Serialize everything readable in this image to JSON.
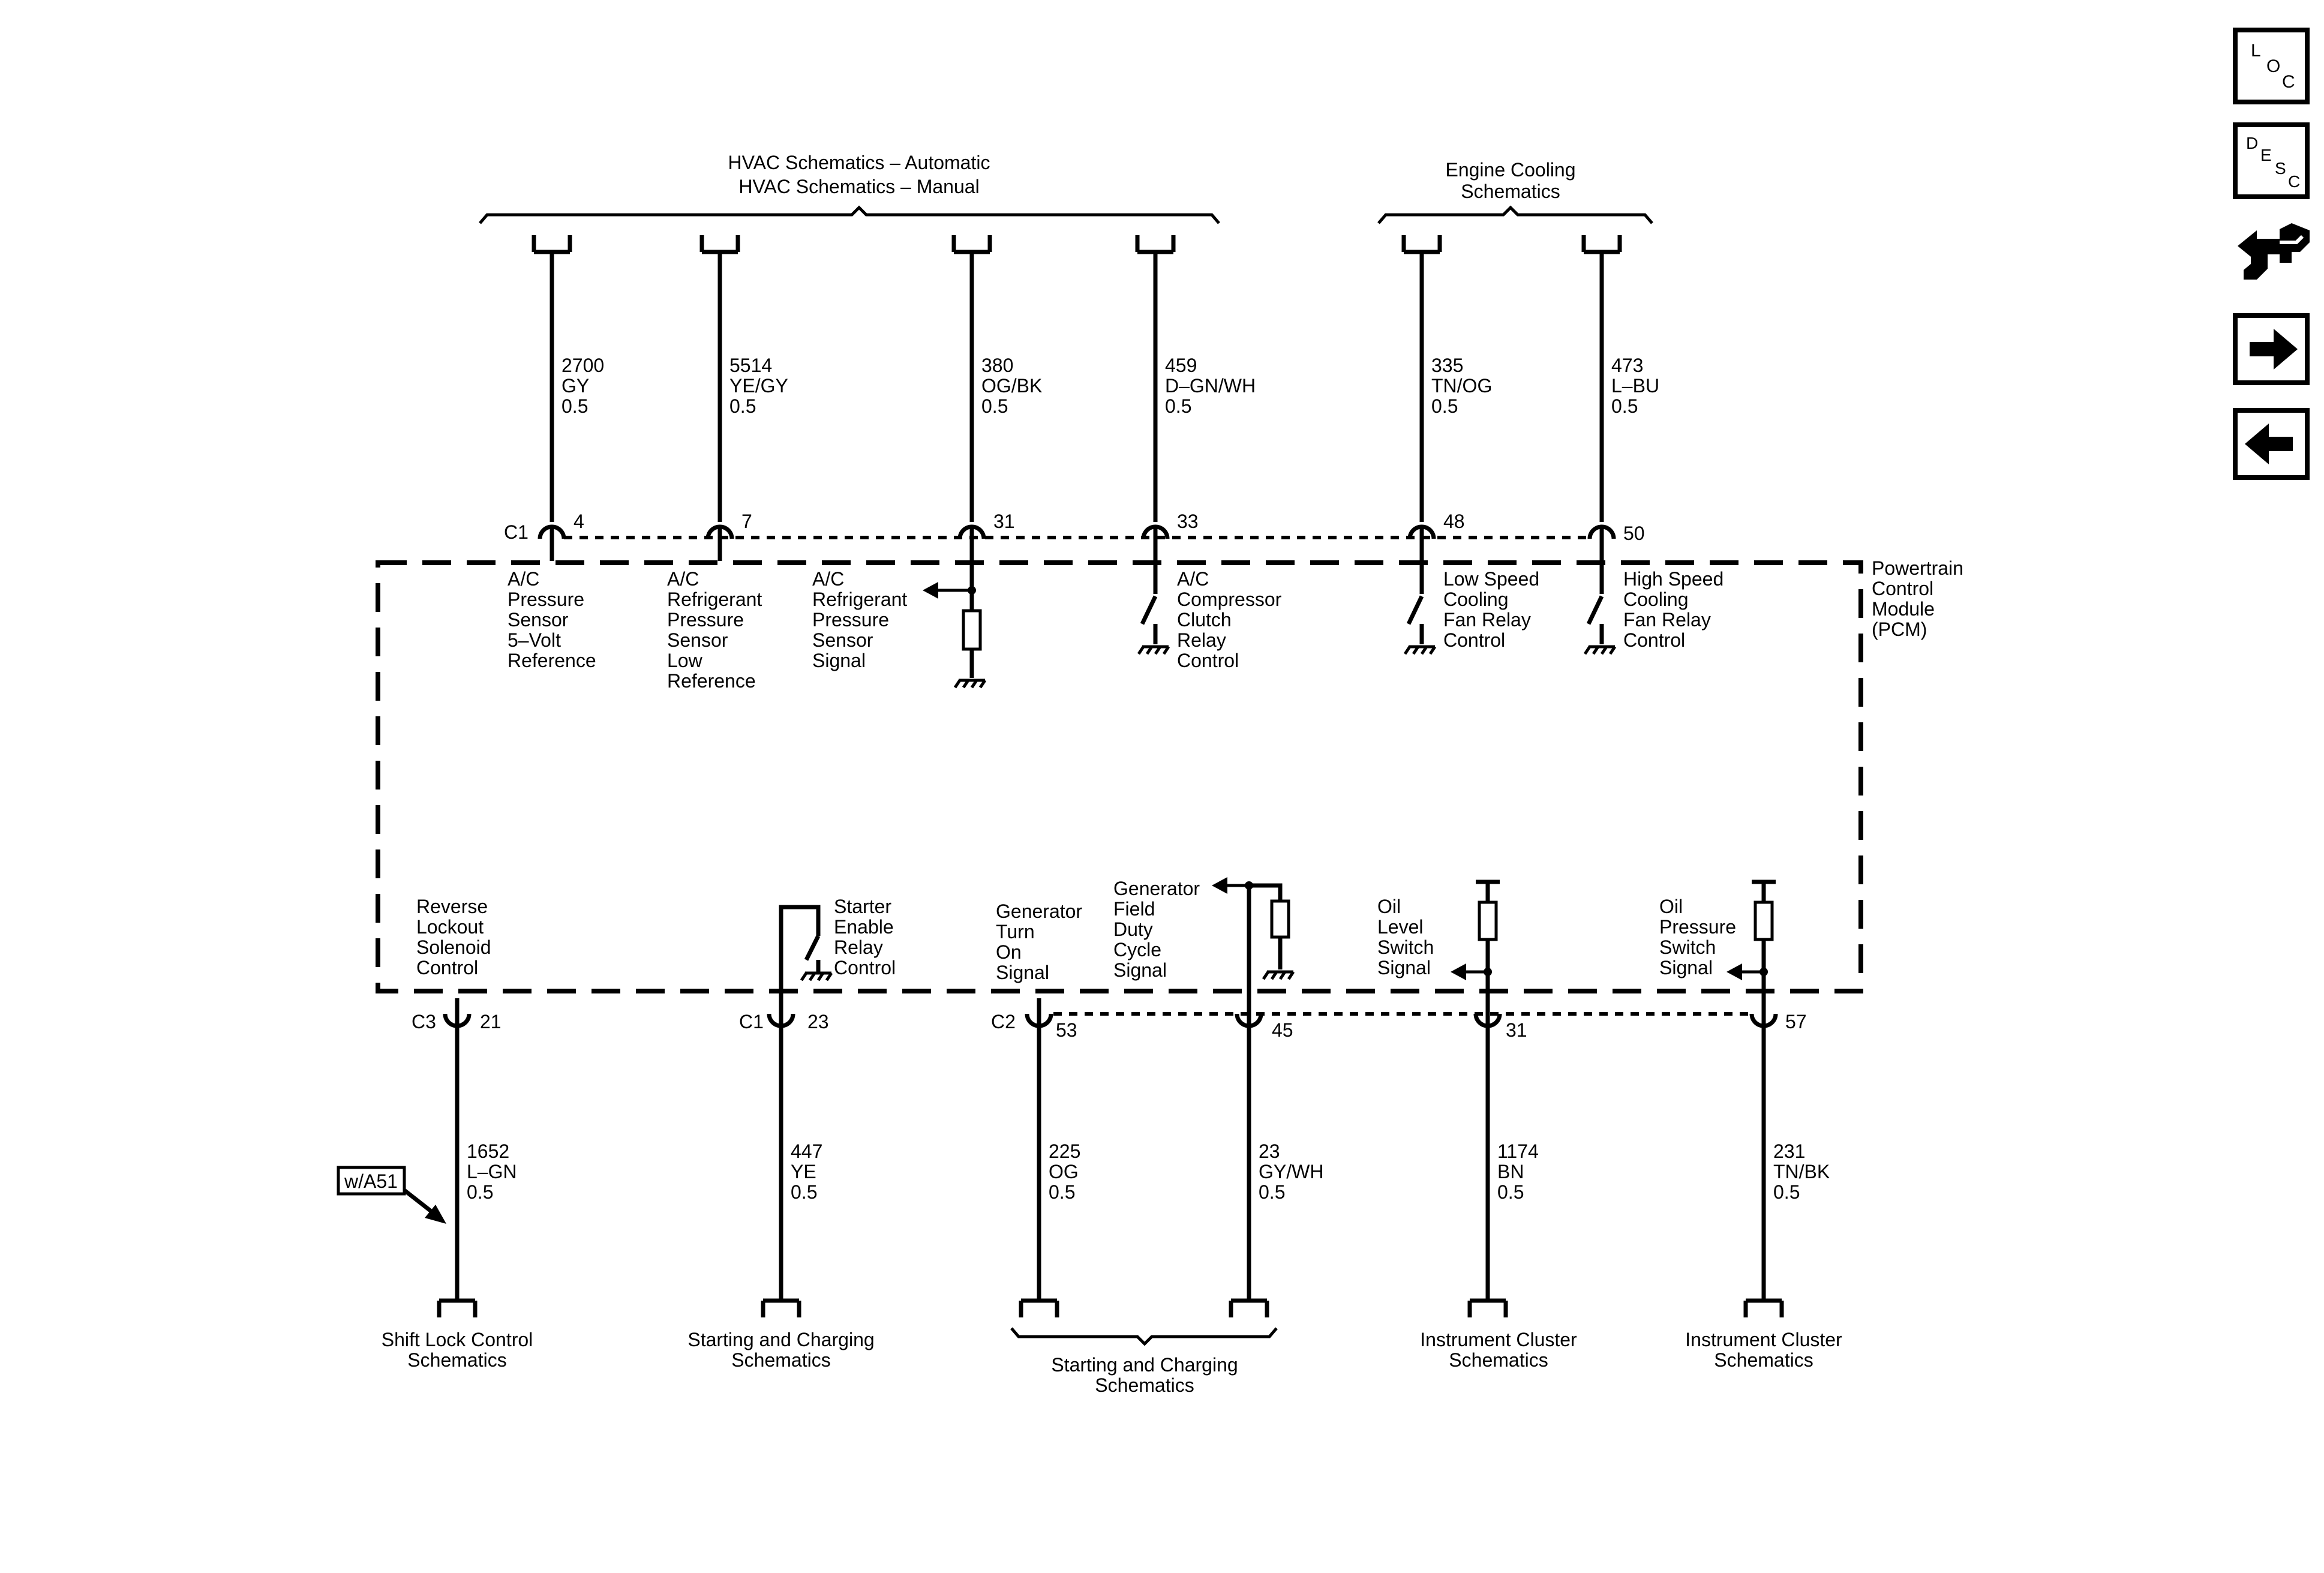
{
  "top_groups": {
    "hvac_line1": "HVAC Schematics – Automatic",
    "hvac_line2": "HVAC Schematics – Manual",
    "cooling_line1": "Engine Cooling",
    "cooling_line2": "Schematics"
  },
  "module": {
    "line1": "Powertrain",
    "line2": "Control",
    "line3": "Module",
    "line4": "(PCM)"
  },
  "connectors": {
    "c1_top": "C1",
    "c3_bottom": "C3",
    "c1_bottom": "C1",
    "c2_bottom": "C2"
  },
  "top_circuits": [
    {
      "pin": "4",
      "circuit": "2700",
      "color": "GY",
      "gauge": "0.5",
      "func": [
        "A/C",
        "Pressure",
        "Sensor",
        "5–Volt",
        "Reference"
      ]
    },
    {
      "pin": "7",
      "circuit": "5514",
      "color": "YE/GY",
      "gauge": "0.5",
      "func": [
        "A/C",
        "Refrigerant",
        "Pressure",
        "Sensor",
        "Low",
        "Reference"
      ]
    },
    {
      "pin": "31",
      "circuit": "380",
      "color": "OG/BK",
      "gauge": "0.5",
      "func": [
        "A/C",
        "Refrigerant",
        "Pressure",
        "Sensor",
        "Signal"
      ]
    },
    {
      "pin": "33",
      "circuit": "459",
      "color": "D–GN/WH",
      "gauge": "0.5",
      "func": [
        "A/C",
        "Compressor",
        "Clutch",
        "Relay",
        "Control"
      ]
    },
    {
      "pin": "48",
      "circuit": "335",
      "color": "TN/OG",
      "gauge": "0.5",
      "func": [
        "Low Speed",
        "Cooling",
        "Fan Relay",
        "Control"
      ]
    },
    {
      "pin": "50",
      "circuit": "473",
      "color": "L–BU",
      "gauge": "0.5",
      "func": [
        "High Speed",
        "Cooling",
        "Fan Relay",
        "Control"
      ]
    }
  ],
  "bottom_circuits": [
    {
      "pin": "21",
      "circuit": "1652",
      "color": "L–GN",
      "gauge": "0.5",
      "func": [
        "Reverse",
        "Lockout",
        "Solenoid",
        "Control"
      ]
    },
    {
      "pin": "23",
      "circuit": "447",
      "color": "YE",
      "gauge": "0.5",
      "func": [
        "Starter",
        "Enable",
        "Relay",
        "Control"
      ]
    },
    {
      "pin": "53",
      "circuit": "225",
      "color": "OG",
      "gauge": "0.5",
      "func": [
        "Generator",
        "Turn",
        "On",
        "Signal"
      ]
    },
    {
      "pin": "45",
      "circuit": "23",
      "color": "GY/WH",
      "gauge": "0.5",
      "func": [
        "Generator",
        "Field",
        "Duty",
        "Cycle",
        "Signal"
      ]
    },
    {
      "pin": "31",
      "circuit": "1174",
      "color": "BN",
      "gauge": "0.5",
      "func": [
        "Oil",
        "Level",
        "Switch",
        "Signal"
      ]
    },
    {
      "pin": "57",
      "circuit": "231",
      "color": "TN/BK",
      "gauge": "0.5",
      "func": [
        "Oil",
        "Pressure",
        "Switch",
        "Signal"
      ]
    }
  ],
  "option_tag": "w/A51",
  "destinations": {
    "shift_lock": [
      "Shift Lock Control",
      "Schematics"
    ],
    "starting_1": [
      "Starting and Charging",
      "Schematics"
    ],
    "starting_2": [
      "Starting and Charging",
      "Schematics"
    ],
    "cluster_1": [
      "Instrument Cluster",
      "Schematics"
    ],
    "cluster_2": [
      "Instrument Cluster",
      "Schematics"
    ]
  },
  "nav": {
    "loc": [
      "L",
      "O",
      "C"
    ],
    "desc": [
      "D",
      "E",
      "S",
      "C"
    ],
    "icons": [
      "connector-exchange-icon",
      "arrow-right-icon",
      "arrow-left-icon"
    ]
  }
}
